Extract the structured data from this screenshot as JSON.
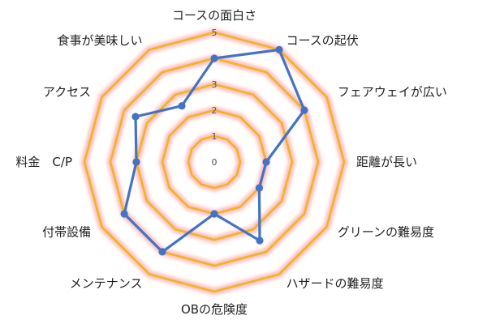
{
  "chart_data": {
    "type": "radar",
    "categories": [
      "コースの面白さ",
      "コースの起伏",
      "フェアウェイが広い",
      "距離が長い",
      "グリーンの難易度",
      "ハザードの難易度",
      "OBの危険度",
      "メンテナンス",
      "付帯設備",
      "料金　C/P",
      "アクセス",
      "食事が美味しい"
    ],
    "series": [
      {
        "values": [
          4,
          5,
          4,
          2,
          2,
          3.5,
          2,
          4,
          4,
          3,
          3.5,
          2.5
        ],
        "color": "#4472C4"
      }
    ],
    "rlim": [
      0,
      5
    ],
    "ticks": [
      "0",
      "1",
      "2",
      "3",
      "4",
      "5"
    ],
    "grid_color": "#F5B31F",
    "glow_color": "#F7A9A8",
    "legend": "none"
  }
}
